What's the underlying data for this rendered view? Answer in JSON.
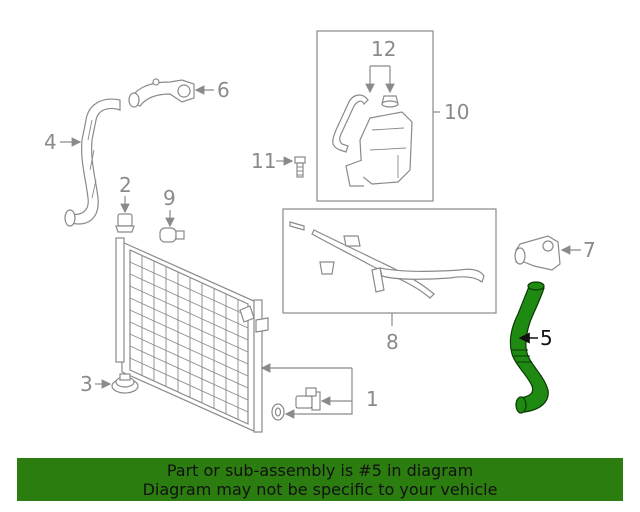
{
  "callouts": {
    "c1": "1",
    "c2": "2",
    "c3": "3",
    "c4": "4",
    "c5": "5",
    "c6": "6",
    "c7": "7",
    "c8": "8",
    "c9": "9",
    "c10": "10",
    "c11": "11",
    "c12": "12"
  },
  "highlight": {
    "part_number": "5",
    "color": "#2c7d10",
    "hose_color": "#1f8a12"
  },
  "banner": {
    "line1": "Part or sub-assembly is #5 in diagram",
    "line2": "Diagram may not be specific to your vehicle",
    "background": "#2c7d10"
  }
}
